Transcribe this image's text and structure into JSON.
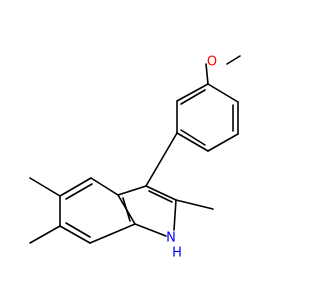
{
  "molecule": {
    "atoms": [
      {
        "id": "O",
        "label": "O",
        "color": "#ff0000"
      },
      {
        "id": "NH",
        "label": "H",
        "color": "#0000ff"
      },
      {
        "id": "N",
        "label": "N",
        "color": "#0000ff"
      }
    ],
    "colors": {
      "bond": "#000000",
      "oxygen": "#ff0000",
      "nitrogen": "#0000ff",
      "background": "#ffffff"
    }
  }
}
